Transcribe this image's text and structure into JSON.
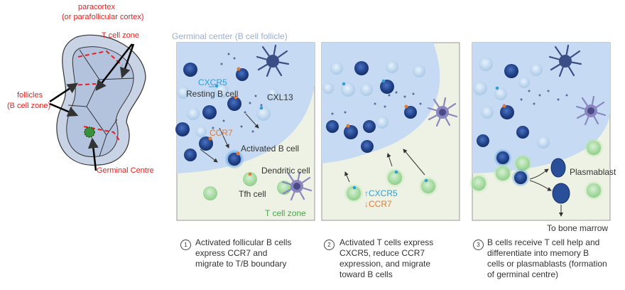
{
  "node": {
    "paracortex": "paracortex",
    "parafollicular": "(or parafollicular cortex)",
    "t_cell_zone": "T cell zone",
    "follicles": "follicles",
    "b_cell_zone": "(B cell zone)",
    "germinal_centre": "Germinal Centre"
  },
  "panel1": {
    "title": "Germinal center (B cell follicle)",
    "cxcr5": "CXCR5",
    "resting": "Resting B cell",
    "cxl13": "CXL13",
    "ccr7": "CCR7",
    "activated": "Activated B cell",
    "dendritic": "Dendritic cell",
    "tfh": "Tfh cell",
    "tzone": "T cell zone"
  },
  "panel2": {
    "cxcr5": "↑CXCR5",
    "ccr7": "↓CCR7"
  },
  "panel3": {
    "plasmablast": "Plasmablast",
    "bone_marrow": "To bone marrow"
  },
  "captions": {
    "n1": "1",
    "c1": "Activated follicular B cells\nexpress CCR7 and\nmigrate to T/B boundary",
    "n2": "2",
    "c2": "Activated T cells express\nCXCR5, reduce CCR7\nexpression, and migrate\ntoward B cells",
    "n3": "3",
    "c3": "B cells receive T cell help and\ndifferentiate into memory B\ncells or plasmablasts (formation\nof germinal centre)"
  },
  "colors": {
    "follicle_fill": "#c6dbf3",
    "t_zone_fill": "#eef2e4",
    "b_cell": "#2a4f99",
    "t_cell": "#8fcf8a",
    "label_red": "#e8201e",
    "label_blue": "#2f9fd6",
    "label_orange": "#e07a38",
    "label_green": "#4aa64a"
  }
}
